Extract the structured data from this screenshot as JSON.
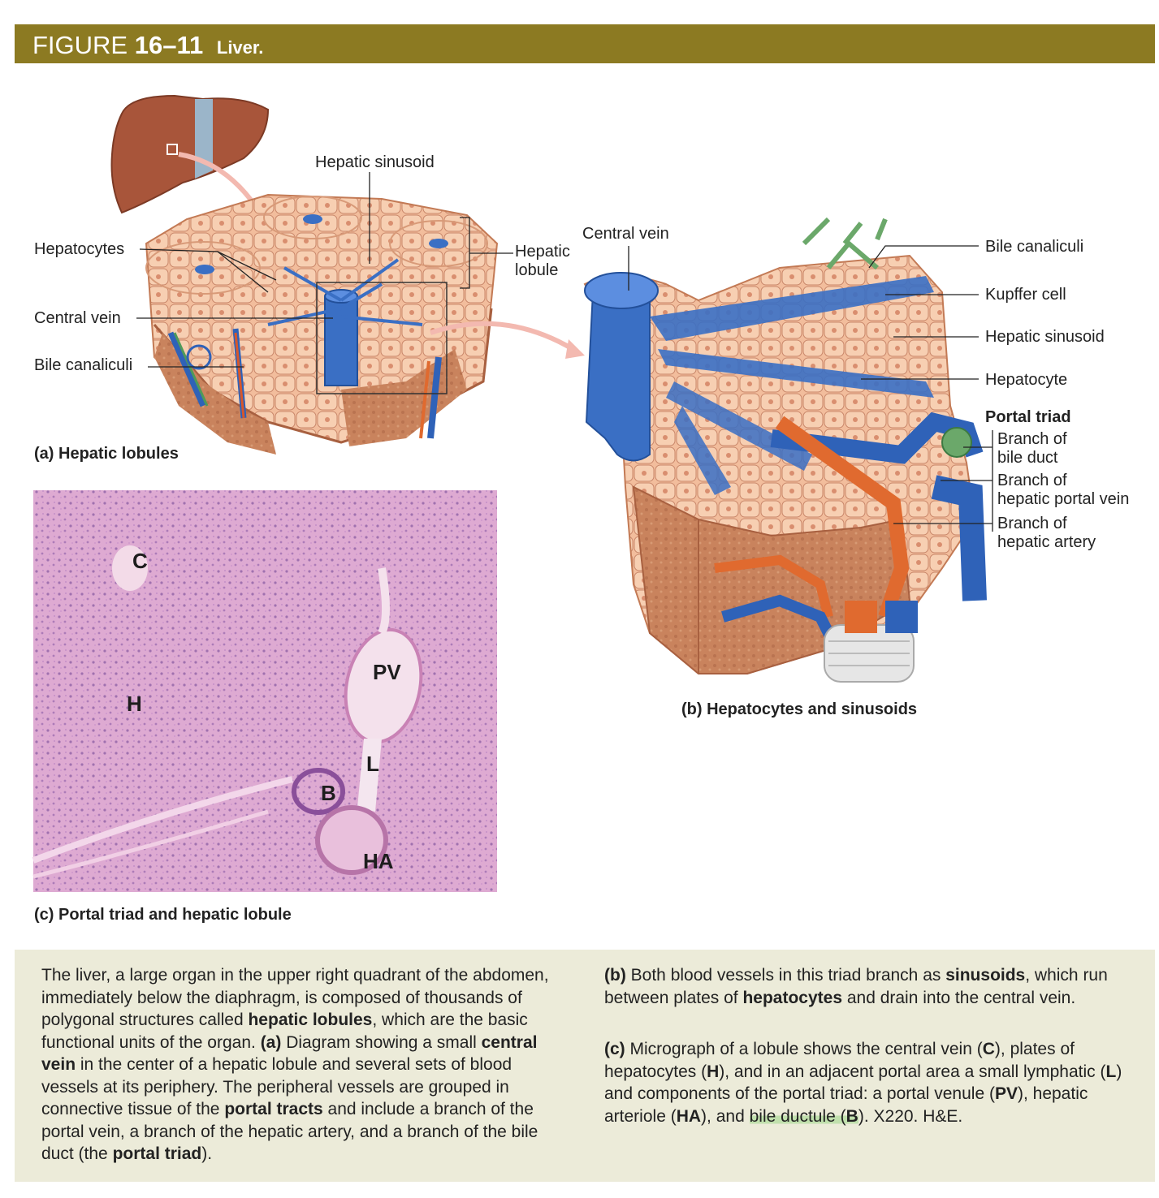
{
  "figure": {
    "lead": "FIGURE",
    "number": "16–11",
    "title": "Liver.",
    "banner_color": "#8c7a22"
  },
  "panel_a": {
    "caption": "(a) Hepatic lobules",
    "labels": {
      "hepatic_sinusoid": "Hepatic sinusoid",
      "hepatocytes": "Hepatocytes",
      "hepatic_lobule": "Hepatic\nlobule",
      "central_vein": "Central vein",
      "bile_canaliculi": "Bile canaliculi"
    }
  },
  "panel_b": {
    "caption": "(b) Hepatocytes and sinusoids",
    "labels": {
      "central_vein": "Central vein",
      "bile_canaliculi": "Bile canaliculi",
      "kupffer_cell": "Kupffer cell",
      "hepatic_sinusoid": "Hepatic sinusoid",
      "hepatocyte": "Hepatocyte",
      "portal_triad": "Portal triad",
      "branch_bile_duct": "Branch of\nbile duct",
      "branch_portal_vein": "Branch of\nhepatic portal vein",
      "branch_hepatic_artery": "Branch of\nhepatic artery"
    }
  },
  "panel_c": {
    "caption": "(c) Portal triad and hepatic lobule",
    "labels": {
      "C": "C",
      "H": "H",
      "PV": "PV",
      "L": "L",
      "B": "B",
      "HA": "HA"
    }
  },
  "text": {
    "left": {
      "t1": "The liver, a large organ in the upper right quadrant of the abdomen, immediately below the diaphragm, is composed of thousands of polygonal structures called ",
      "b1": "hepatic lobules",
      "t2": ", which are the basic functional units of the organ. ",
      "b2": "(a)",
      "t3": " Diagram showing a small ",
      "b3": "central vein",
      "t4": " in the center of a hepatic lobule and several sets of blood vessels at its periphery. The peripheral vessels are grouped in connective tissue of the ",
      "b4": "portal tracts",
      "t5": " and include a branch of the portal vein, a branch of the hepatic artery, and a branch of the bile duct (the ",
      "b5": "portal triad",
      "t6": ")."
    },
    "right_b": {
      "b1": "(b)",
      "t1": " Both blood vessels in this triad branch as ",
      "b2": "sinusoids",
      "t2": ", which run between plates of ",
      "b3": "hepatocytes",
      "t3": " and drain into the central vein."
    },
    "right_c": {
      "b1": "(c)",
      "t1": " Micrograph of a lobule shows the central vein (",
      "b2": "C",
      "t2": "), plates of hepatocytes (",
      "b3": "H",
      "t3": "), and in an adjacent portal area a small lymphatic (",
      "b4": "L",
      "t4": ") and components of the portal triad: a portal venule (",
      "b5": "PV",
      "t5": "), hepatic arteriole (",
      "b6": "HA",
      "t6": "), and ",
      "hl": "bile ductule (",
      "b7": "B",
      "t7": "). X220. H&E."
    }
  }
}
